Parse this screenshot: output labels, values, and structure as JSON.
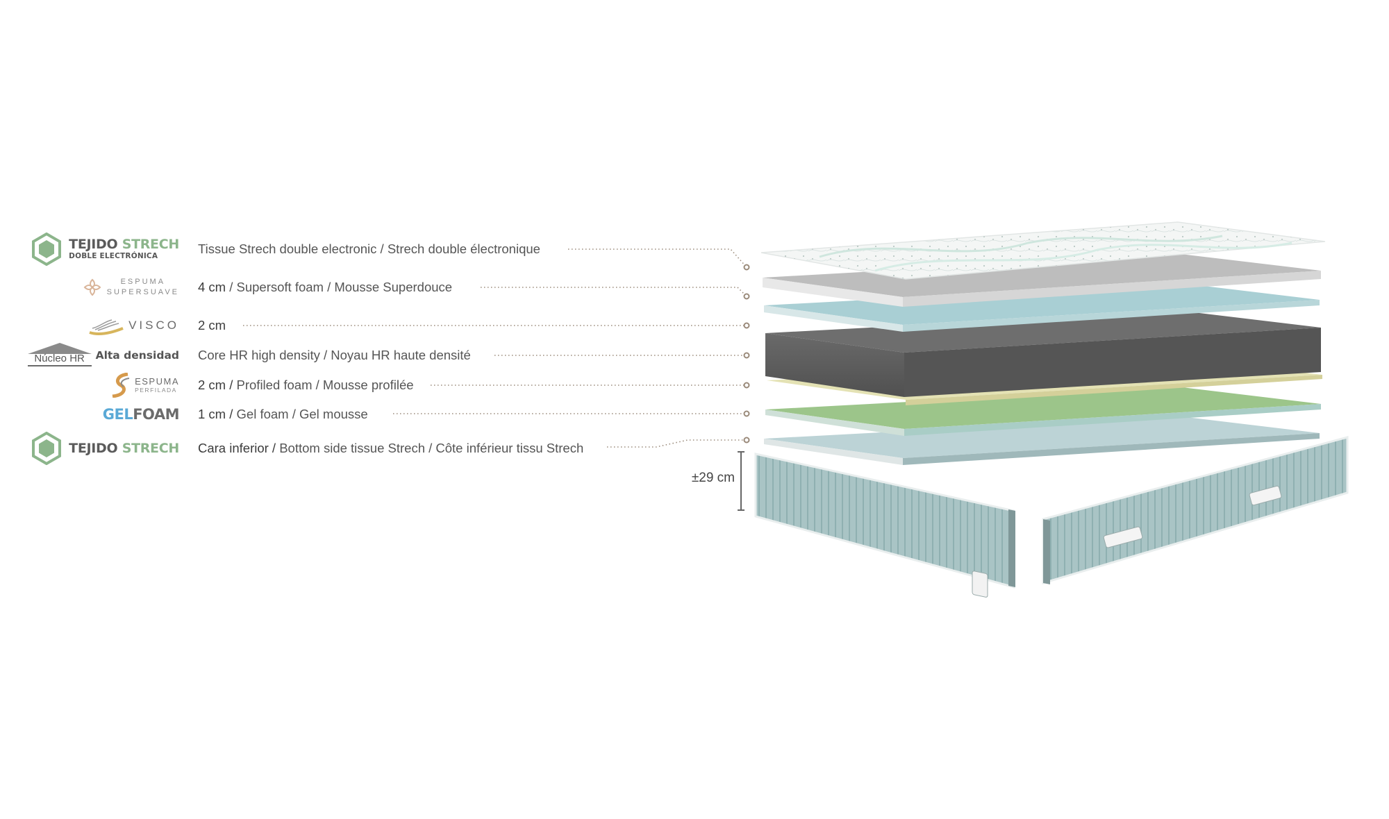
{
  "layers": [
    {
      "logo": {
        "line1a": "TEJIDO",
        "line1b": "STRECH",
        "line2": "DOBLE ELECTRÓNICA"
      },
      "lead": "",
      "description": "Tissue Strech double electronic / Strech double électronique"
    },
    {
      "logo": {
        "line1": "ESPUMA",
        "line2": "SUPERSUAVE"
      },
      "lead": "4 cm",
      "description": " / Supersoft foam / Mousse Superdouce"
    },
    {
      "logo": {
        "line1": "VISCO"
      },
      "lead": "2 cm",
      "description": ""
    },
    {
      "logo": {
        "line1": "Núcleo HR",
        "line2": "Alta densidad"
      },
      "lead": "",
      "description": "Core HR high density / Noyau HR haute densité"
    },
    {
      "logo": {
        "line1": "ESPUMA",
        "line2": "PERFILADA"
      },
      "lead": "2 cm /",
      "description": " Profiled foam / Mousse profilée"
    },
    {
      "logo": {
        "line1a": "GEL",
        "line1b": "FOAM"
      },
      "lead": "1 cm /",
      "description": " Gel foam / Gel mousse"
    },
    {
      "logo": {
        "line1a": "TEJIDO",
        "line1b": "STRECH"
      },
      "lead": "Cara inferior /",
      "description": " Bottom side tissue Strech / Côte inférieur tissu Strech"
    }
  ],
  "height": {
    "symbol": "±",
    "value": "29 cm"
  },
  "colors": {
    "tejido_green": "#8cb58b",
    "gel_blue": "#5aa9d6",
    "leader": "#9a8a7a",
    "layer_top": "#f4f6f5",
    "layer_supersoft": "#bdbdbd",
    "layer_visco": "#a9cfd4",
    "layer_core": "#5e5e5e",
    "layer_profiled": "#e4e2b4",
    "layer_gel": "#9cc58a",
    "layer_bottom": "#bcd3d6",
    "side_panel": "#a8c4c5"
  },
  "icons": [
    "hexagon-icon",
    "wave-flower-icon",
    "visco-wave-icon",
    "house-roof-icon",
    "perfilada-wave-icon"
  ]
}
